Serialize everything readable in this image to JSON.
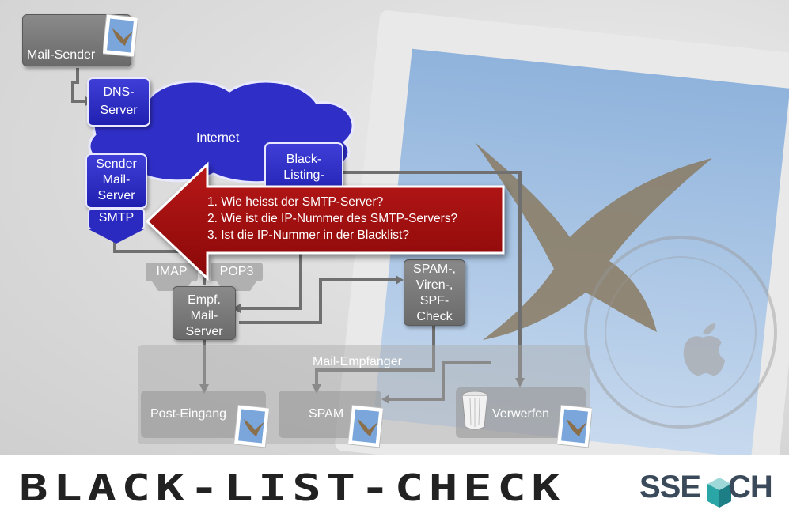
{
  "nodes": {
    "mail_sender": "Mail-Sender",
    "dns_server": [
      "DNS-",
      "Server"
    ],
    "internet": "Internet",
    "sender_mail_server": [
      "Sender",
      "Mail-",
      "Server"
    ],
    "smtp": "SMTP",
    "black_listing": [
      "Black-",
      "Listing-"
    ],
    "imap": "IMAP",
    "pop3": "POP3",
    "empf_mail_server": [
      "Empf.",
      "Mail-",
      "Server"
    ],
    "spam_check": [
      "SPAM-,",
      "Viren-,",
      "SPF-",
      "Check"
    ],
    "mail_empfaenger": "Mail-Empfänger",
    "post_eingang": "Post-Eingang",
    "spam": "SPAM",
    "verwerfen": "Verwerfen"
  },
  "callout": {
    "lines": [
      "1. Wie heisst der SMTP-Server?",
      "2. Wie ist die IP-Nummer des SMTP-Servers?",
      "3. Ist die IP-Nummer in der Blacklist?"
    ]
  },
  "footer": {
    "title": "BLACK-LIST-CHECK",
    "logo_left": "SSE",
    "logo_right": "CH"
  },
  "colors": {
    "node_gray": "#777777",
    "node_blue": "#2a2ac0",
    "callout_red": "#a01010",
    "connector": "#707070"
  },
  "icons": [
    "mail-stamp-icon",
    "trash-icon",
    "apple-logo-icon"
  ]
}
